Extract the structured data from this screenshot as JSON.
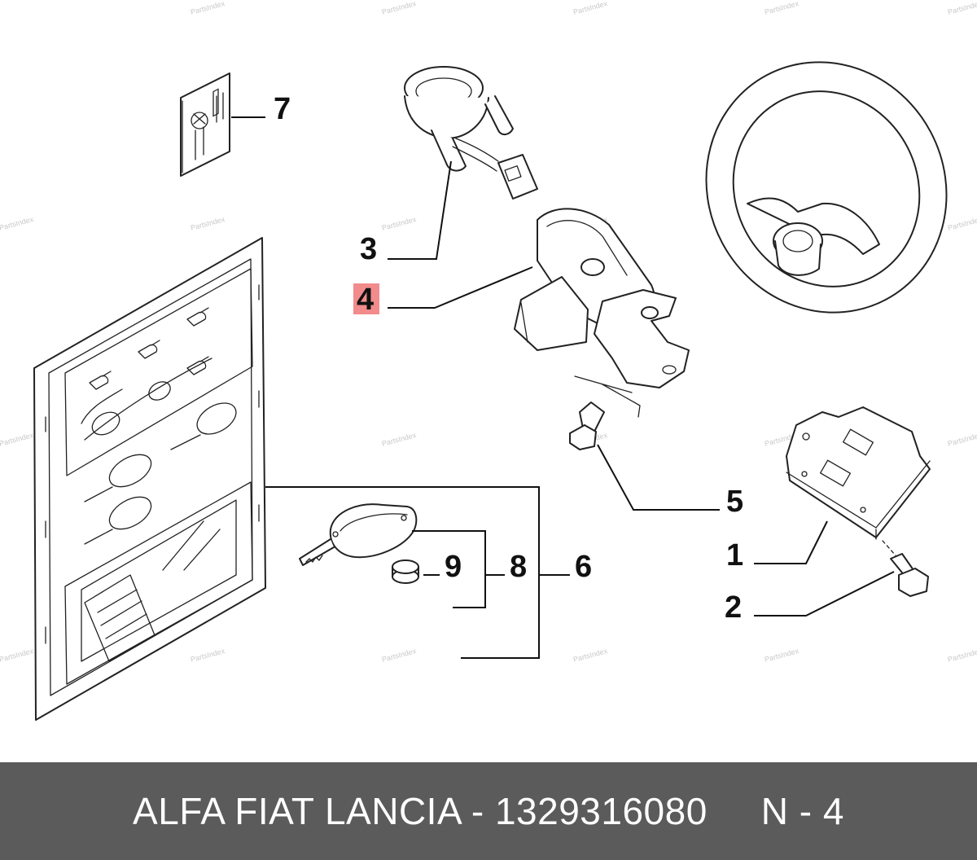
{
  "watermark": "PartsIndex",
  "callouts": {
    "c1": "1",
    "c2": "2",
    "c3": "3",
    "c4": "4",
    "c5": "5",
    "c6": "6",
    "c7": "7",
    "c8": "8",
    "c9": "9"
  },
  "highlight_color": "#f28b8b",
  "footer": {
    "brand_part": "ALFA FIAT LANCIA - 1329316080",
    "page_ref": "N - 4"
  }
}
